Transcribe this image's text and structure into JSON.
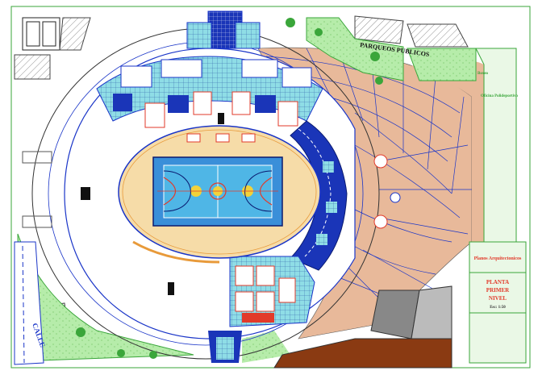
{
  "labels": {
    "parking": "PARQUEOS PUBLICOS",
    "street": "CALLE",
    "tag_boxes": "Boxeo",
    "tag_offices": "Oficina Polideportivo",
    "sheet_small": "Planos Arquitectonicos",
    "sheet_title_1": "PLANTA",
    "sheet_title_2": "PRIMER",
    "sheet_title_3": "NIVEL",
    "sheet_scale": "Esc: 1:50"
  },
  "colors": {
    "paving": "#e8b99a",
    "paving_line": "#1a35c8",
    "lawn": "#a8e6a0",
    "court": "#3a8fd9",
    "court_inner": "#4fb6e6",
    "field_oval": "#f6dca8",
    "seating_blue": "#1a2fa8",
    "tile_cyan": "#6fcfd8",
    "lane_red": "#e23a2a",
    "outline_green": "#3aa63a",
    "dark_brown": "#8a3a12"
  }
}
